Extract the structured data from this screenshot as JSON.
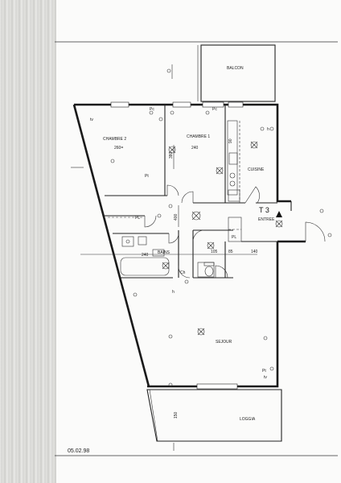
{
  "rooms": {
    "balcon": "BALCON",
    "chambre2": "CHAMBRE 2",
    "chambre1": "CHAMBRE 1",
    "cuisine": "CUISINE",
    "type": "T 3",
    "entree": "ENTREE",
    "bains": "BAINS",
    "sejour": "SEJOUR",
    "loggia": "LOGGIA"
  },
  "dimensions": {
    "ch2_width": "260=",
    "ch1_width": "240",
    "ch1_height": "380",
    "bath_width": "240",
    "wc_width": "105",
    "hall_width": "140",
    "entree_depth": "85",
    "hall_v": "400",
    "loggia_depth": "150",
    "cuisine_v": "90"
  },
  "annotations": {
    "pt_ch2": "Pt",
    "pc_ch2": "Pc",
    "pc_ch1": "Pc",
    "tv_ch2": "tv",
    "h_cuisine": "h",
    "pl_left": "PL",
    "pl_right": "PL",
    "pt_sejour": "Pt",
    "tv_sejour": "tv",
    "h_sejour": "h",
    "ch_label": "Ch"
  },
  "date": "05.02.98"
}
